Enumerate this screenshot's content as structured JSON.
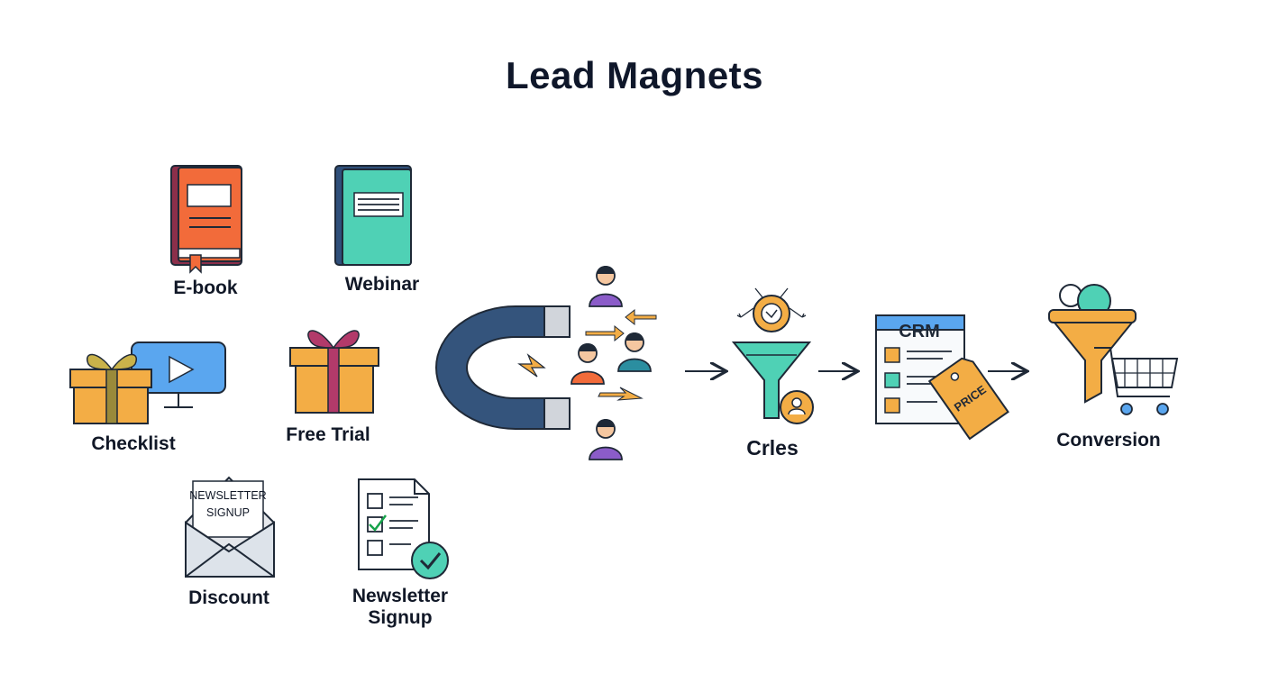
{
  "title": "Lead Magnets",
  "magnets": {
    "ebook": "E-book",
    "webinar": "Webinar",
    "checklist": "Checklist",
    "free_trial": "Free Trial",
    "discount": "Discount",
    "newsletter_line1": "Newsletter",
    "newsletter_line2": "Signup"
  },
  "icon_text": {
    "envelope_card_line1": "NEWSLETTER",
    "envelope_card_line2": "SIGNUP",
    "crm_header": "CRM",
    "price_tag": "PRICE"
  },
  "flow": {
    "stage1": "Crles",
    "stage2": "Conversion"
  },
  "colors": {
    "orange": "#f26b3a",
    "teal": "#4fd1b5",
    "navy": "#34547c",
    "amber": "#f3ad45",
    "blue": "#5aa6ef",
    "purple": "#8b5cc9",
    "outline": "#1f2937"
  }
}
